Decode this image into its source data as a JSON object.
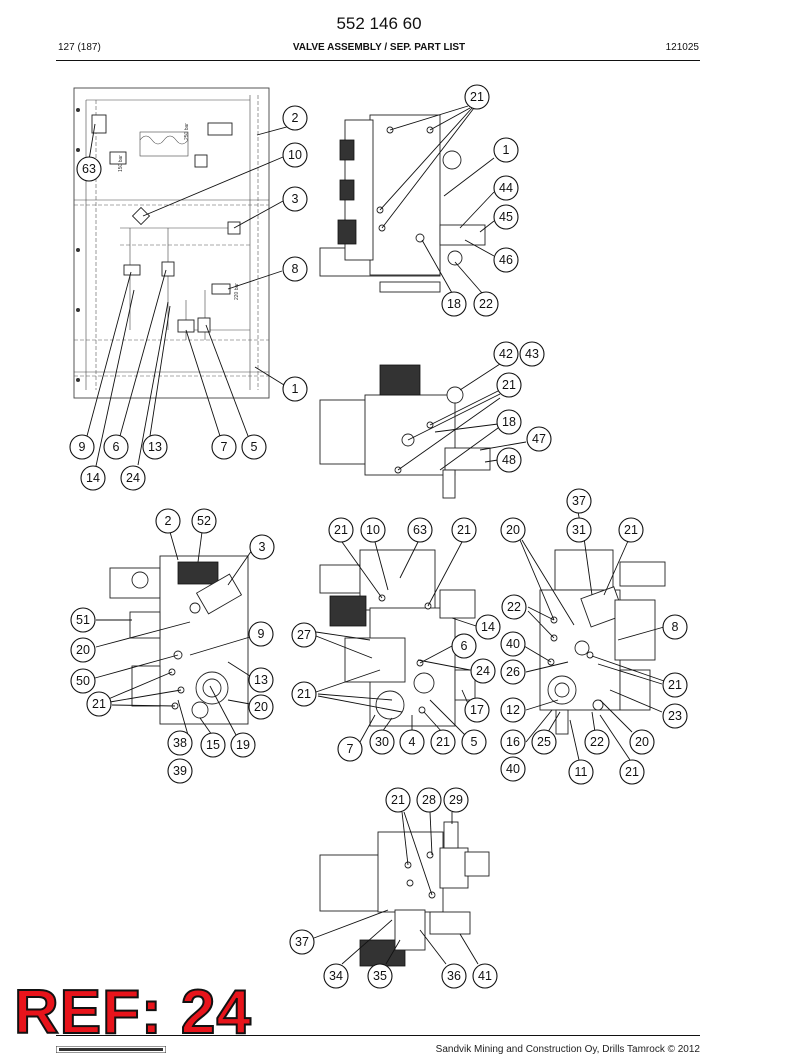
{
  "header": {
    "document_code": "552 146 60",
    "page": "127 (187)",
    "title": "VALVE ASSEMBLY / SEP. PART LIST",
    "doc_date": "121025"
  },
  "footer": {
    "copyright": "Sandvik Mining and Construction Oy, Drills Tamrock © 2012",
    "reference": "REF: 24"
  },
  "schematic": {
    "text_fragments": [
      "250 bar",
      "150 bar",
      "220 bar"
    ]
  },
  "callouts": [
    {
      "id": "c1",
      "label": "2"
    },
    {
      "id": "c2",
      "label": "10"
    },
    {
      "id": "c3",
      "label": "63"
    },
    {
      "id": "c4",
      "label": "3"
    },
    {
      "id": "c5",
      "label": "8"
    },
    {
      "id": "c6",
      "label": "1"
    },
    {
      "id": "c7",
      "label": "9"
    },
    {
      "id": "c8",
      "label": "6"
    },
    {
      "id": "c9",
      "label": "13"
    },
    {
      "id": "c10",
      "label": "7"
    },
    {
      "id": "c11",
      "label": "5"
    },
    {
      "id": "c12",
      "label": "14"
    },
    {
      "id": "c13",
      "label": "24"
    },
    {
      "id": "c14",
      "label": "21"
    },
    {
      "id": "c15",
      "label": "1"
    },
    {
      "id": "c16",
      "label": "44"
    },
    {
      "id": "c17",
      "label": "45"
    },
    {
      "id": "c18",
      "label": "46"
    },
    {
      "id": "c19",
      "label": "18"
    },
    {
      "id": "c20",
      "label": "22"
    },
    {
      "id": "c21",
      "label": "42"
    },
    {
      "id": "c22",
      "label": "43"
    },
    {
      "id": "c23",
      "label": "21"
    },
    {
      "id": "c24",
      "label": "18"
    },
    {
      "id": "c25",
      "label": "47"
    },
    {
      "id": "c26",
      "label": "48"
    },
    {
      "id": "c27",
      "label": "2"
    },
    {
      "id": "c28",
      "label": "52"
    },
    {
      "id": "c29",
      "label": "3"
    },
    {
      "id": "c30",
      "label": "51"
    },
    {
      "id": "c31",
      "label": "20"
    },
    {
      "id": "c32",
      "label": "9"
    },
    {
      "id": "c33",
      "label": "50"
    },
    {
      "id": "c34",
      "label": "13"
    },
    {
      "id": "c35",
      "label": "21"
    },
    {
      "id": "c36",
      "label": "20"
    },
    {
      "id": "c37",
      "label": "38"
    },
    {
      "id": "c38",
      "label": "15"
    },
    {
      "id": "c39",
      "label": "19"
    },
    {
      "id": "c40",
      "label": "39"
    },
    {
      "id": "c41",
      "label": "21"
    },
    {
      "id": "c42",
      "label": "10"
    },
    {
      "id": "c43",
      "label": "63"
    },
    {
      "id": "c44",
      "label": "21"
    },
    {
      "id": "c45",
      "label": "14"
    },
    {
      "id": "c46",
      "label": "27"
    },
    {
      "id": "c47",
      "label": "6"
    },
    {
      "id": "c48",
      "label": "24"
    },
    {
      "id": "c49",
      "label": "21"
    },
    {
      "id": "c50",
      "label": "17"
    },
    {
      "id": "c51",
      "label": "7"
    },
    {
      "id": "c52",
      "label": "30"
    },
    {
      "id": "c53",
      "label": "4"
    },
    {
      "id": "c54",
      "label": "21"
    },
    {
      "id": "c55",
      "label": "5"
    },
    {
      "id": "c56",
      "label": "37"
    },
    {
      "id": "c57",
      "label": "20"
    },
    {
      "id": "c58",
      "label": "31"
    },
    {
      "id": "c59",
      "label": "21"
    },
    {
      "id": "c60",
      "label": "22"
    },
    {
      "id": "c61",
      "label": "8"
    },
    {
      "id": "c62",
      "label": "40"
    },
    {
      "id": "c63",
      "label": "26"
    },
    {
      "id": "c64",
      "label": "21"
    },
    {
      "id": "c65",
      "label": "12"
    },
    {
      "id": "c66",
      "label": "23"
    },
    {
      "id": "c67",
      "label": "16"
    },
    {
      "id": "c68",
      "label": "25"
    },
    {
      "id": "c69",
      "label": "22"
    },
    {
      "id": "c70",
      "label": "20"
    },
    {
      "id": "c71",
      "label": "40"
    },
    {
      "id": "c72",
      "label": "11"
    },
    {
      "id": "c73",
      "label": "21"
    },
    {
      "id": "c74",
      "label": "21"
    },
    {
      "id": "c75",
      "label": "28"
    },
    {
      "id": "c76",
      "label": "29"
    },
    {
      "id": "c77",
      "label": "37"
    },
    {
      "id": "c78",
      "label": "34"
    },
    {
      "id": "c79",
      "label": "35"
    },
    {
      "id": "c80",
      "label": "36"
    },
    {
      "id": "c81",
      "label": "41"
    }
  ]
}
